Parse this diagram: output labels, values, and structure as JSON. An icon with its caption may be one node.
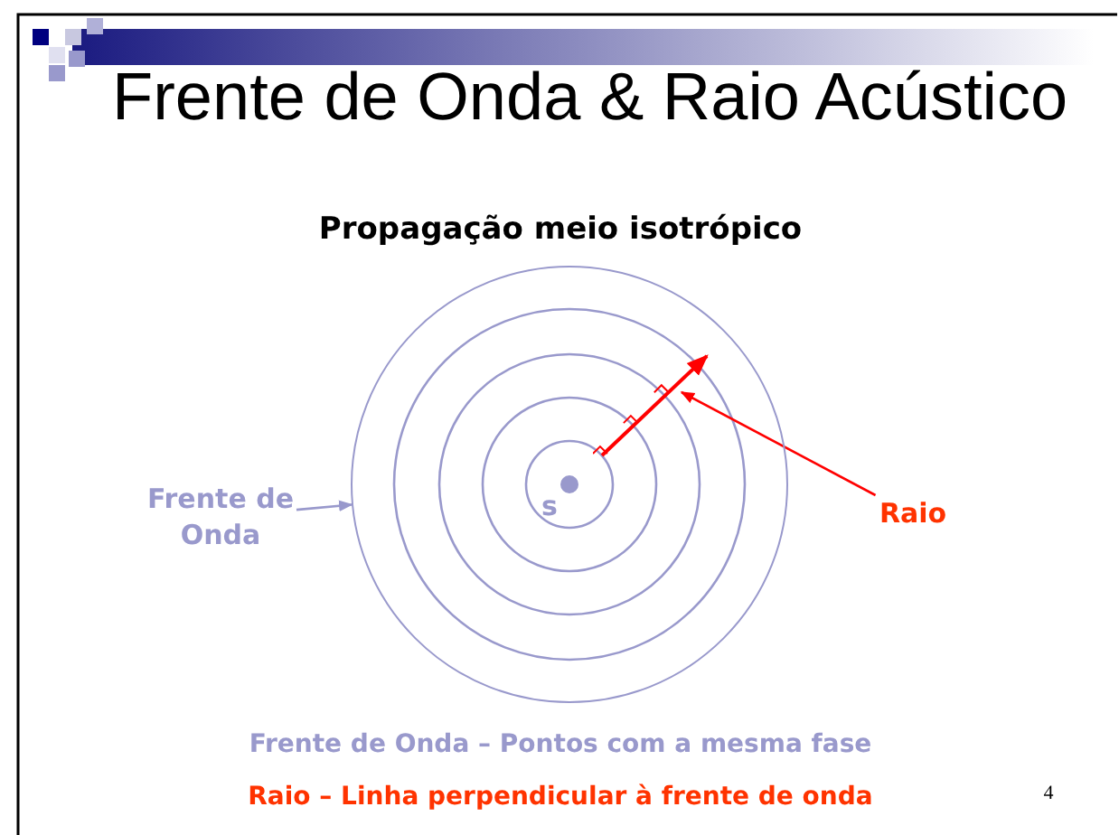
{
  "diagram": {
    "title": "Frente de Onda & Raio Acústico",
    "nodes": [
      {
        "text": [
          "Frente de Onda"
        ]
      },
      {
        "text": [],
        "shape": "circle"
      },
      {
        "text": [
          "Raio"
        ]
      },
      {
        "text": [],
        "shape": "picture",
        "in": 1
      }
    ],
    "edges": [
      {
        "from": 0,
        "to": 1,
        "arrow": "to"
      },
      {
        "from": 2,
        "to": 3,
        "arrow": "to",
        "color": "#ff0000"
      }
    ],
    "labels": [
      "Propagação meio isotrópico",
      "s",
      "Frente de Onda – Pontos com a mesma fase",
      "Raio – Linha perpendicular à frente de onda",
      "4"
    ]
  }
}
